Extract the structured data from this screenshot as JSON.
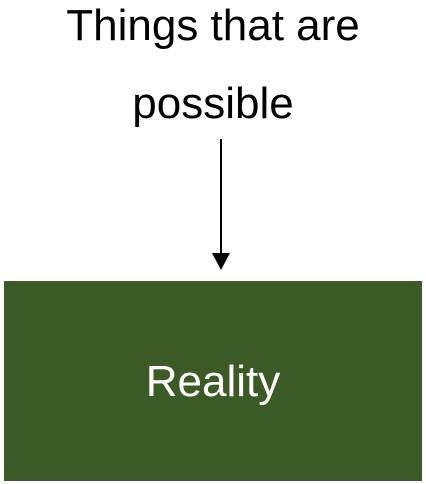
{
  "diagram": {
    "top_label": {
      "line1": "Things that are",
      "line2": "possible"
    },
    "bottom_box": {
      "label": "Reality",
      "fill_color": "#3b5a26",
      "text_color": "#ffffff"
    },
    "connector": {
      "direction": "down",
      "color": "#000000"
    }
  }
}
